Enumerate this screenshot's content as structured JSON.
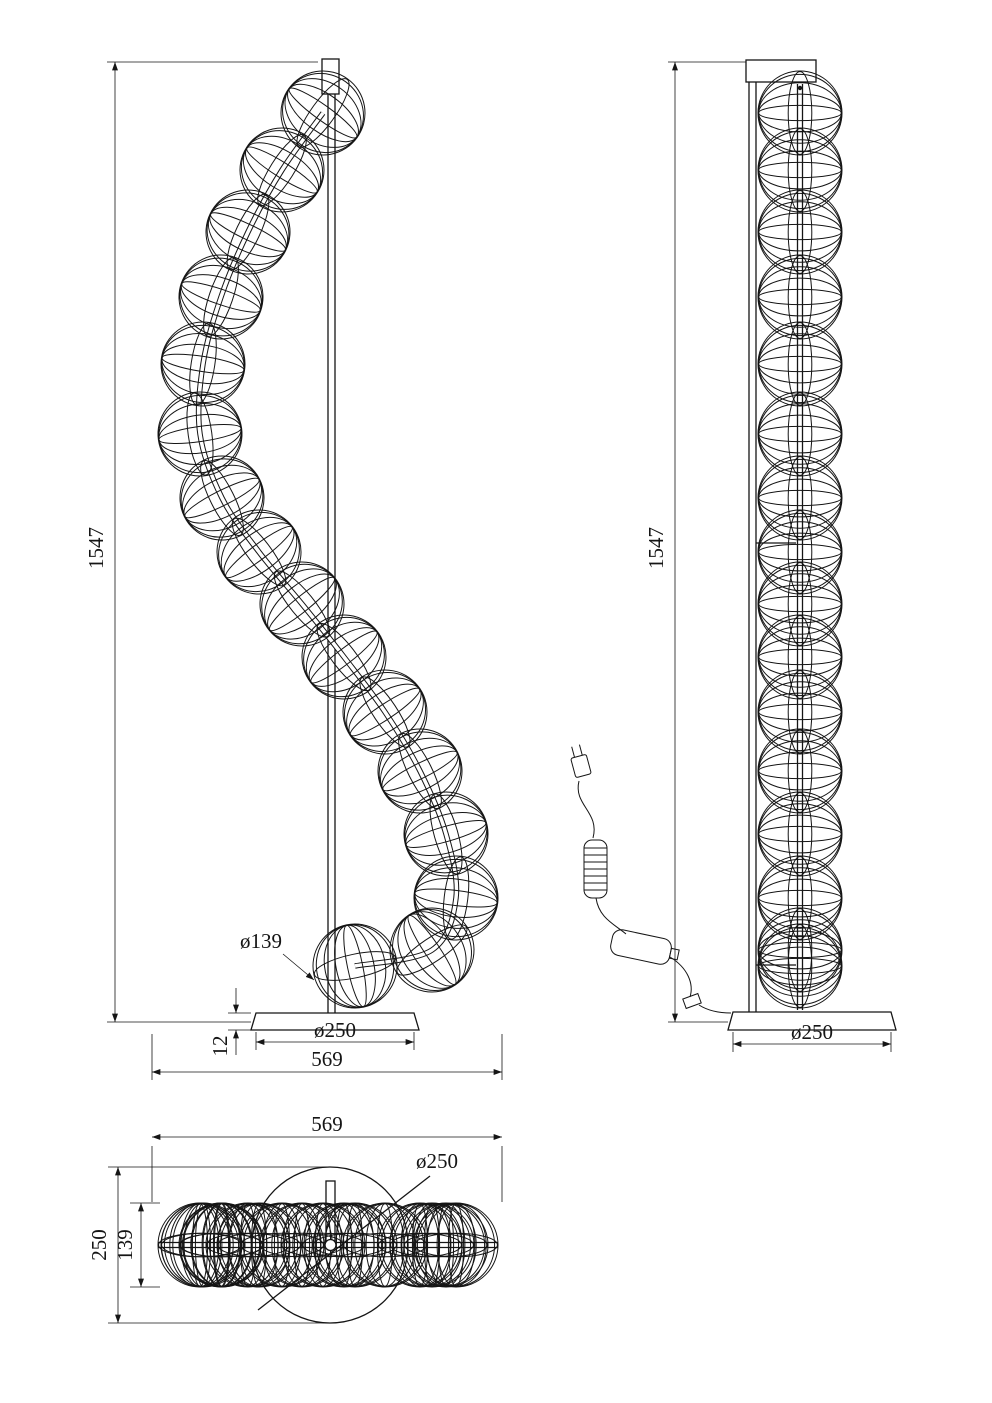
{
  "dims": {
    "front": {
      "height": "1547",
      "base_thickness": "12",
      "base_diameter": "ø250",
      "overall_width": "569",
      "sphere_diameter": "ø139"
    },
    "side": {
      "height": "1547",
      "base_diameter": "ø250"
    },
    "top": {
      "overall_width": "569",
      "base_diameter": "ø250",
      "overall_depth": "250",
      "sphere_band_height": "139"
    }
  }
}
